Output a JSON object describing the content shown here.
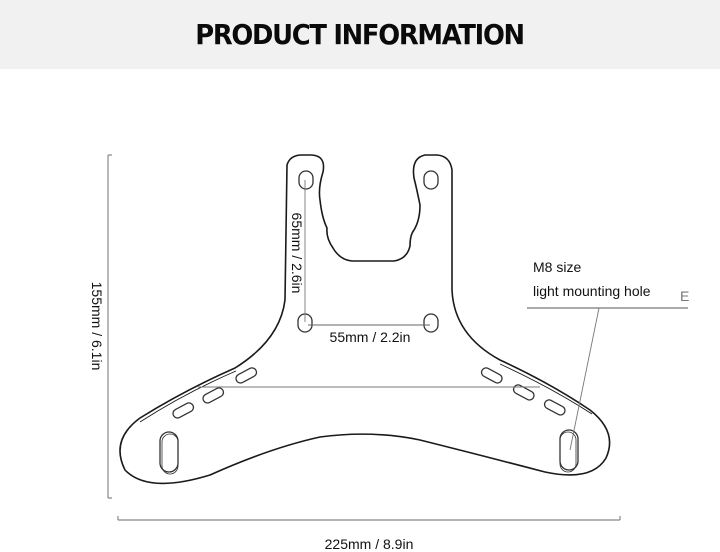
{
  "header": {
    "title": "PRODUCT INFORMATION"
  },
  "diagram": {
    "subject": "bracket-plate",
    "dimensions": {
      "height": "155mm / 6.1in",
      "width": "225mm / 8.9in",
      "hole_vertical_spacing": "65mm / 2.6in",
      "hole_horizontal_spacing": "55mm / 2.2in"
    },
    "callout": {
      "line1": "M8 size",
      "line2": "light mounting hole",
      "stray_mark": "E"
    },
    "colors": {
      "outline": "#1a1a1a",
      "dimension_line": "#888888",
      "header_bg": "#f1f1f1"
    }
  }
}
